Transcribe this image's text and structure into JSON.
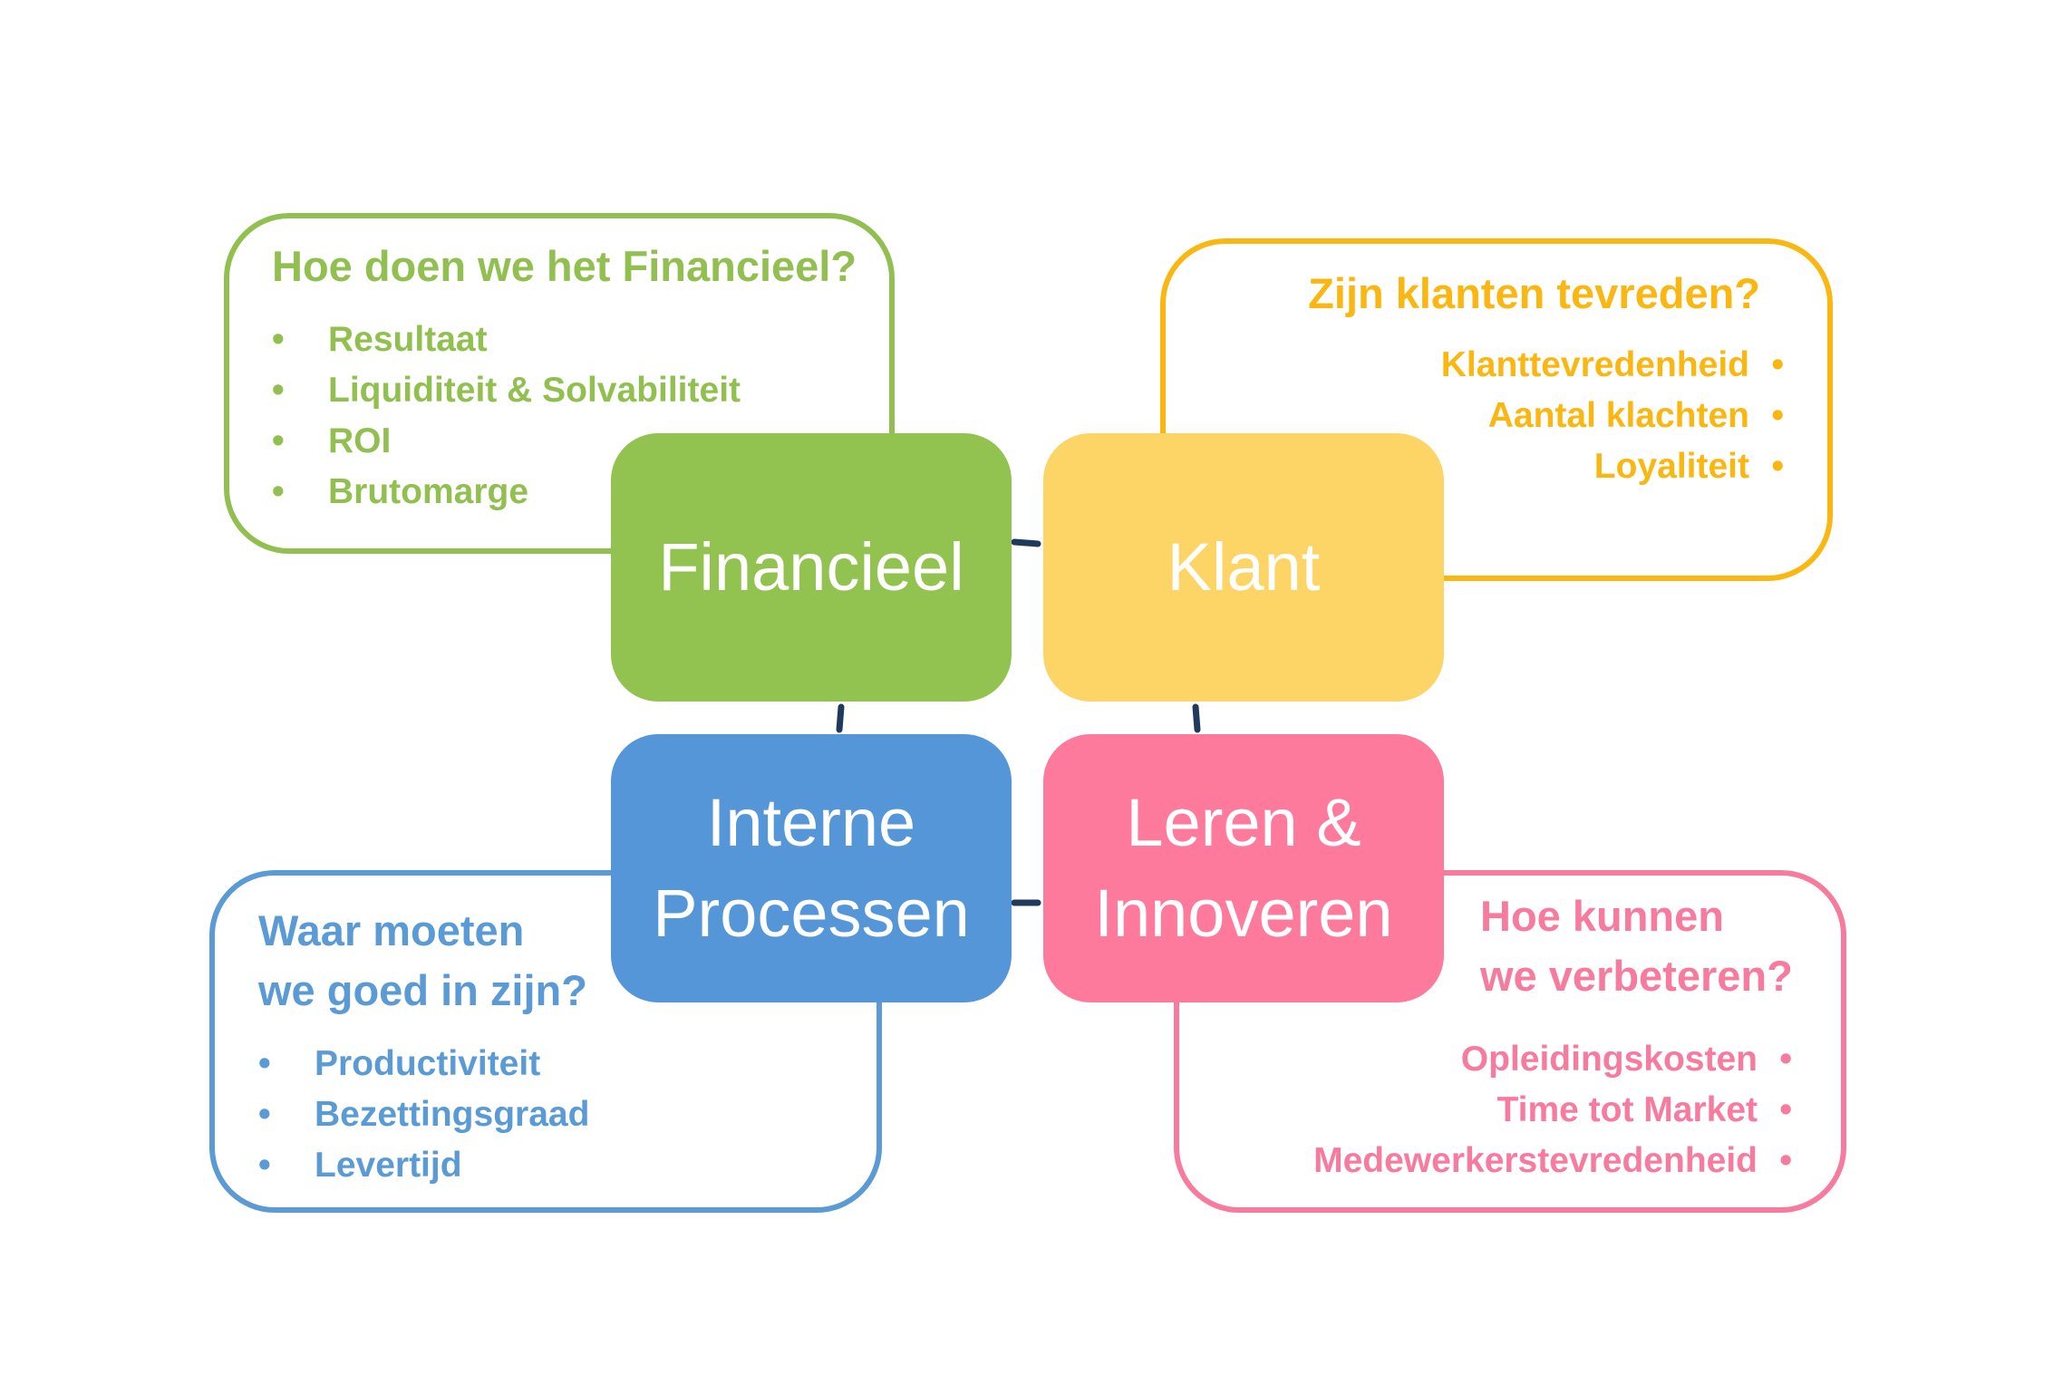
{
  "financieel": {
    "tile_label": "Financieel",
    "color": "#92c050",
    "question": "Hoe doen we het Financieel?",
    "items": [
      "Resultaat",
      "Liquiditeit & Solvabiliteit",
      "ROI",
      "Brutomarge"
    ]
  },
  "klant": {
    "tile_label": "Klant",
    "color": "#fab712",
    "question": "Zijn klanten tevreden?",
    "items": [
      "Klanttevredenheid",
      "Aantal klachten",
      "Loyaliteit"
    ]
  },
  "interne_processen": {
    "tile_label_lines": [
      "Interne",
      "Processen"
    ],
    "color": "#5b9bd5",
    "question_lines": [
      "Waar moeten",
      "we goed in zijn?"
    ],
    "items": [
      "Productiviteit",
      "Bezettingsgraad",
      "Levertijd"
    ]
  },
  "leren_innoveren": {
    "tile_label_lines": [
      "Leren &",
      "Innoveren"
    ],
    "color": "#f77b9e",
    "question_lines": [
      "Hoe kunnen",
      "we verbeteren?"
    ],
    "items": [
      "Opleidingskosten",
      "Time tot Market",
      "Medewerkerstevredenheid"
    ]
  },
  "connector_color": "#1f3a5c"
}
